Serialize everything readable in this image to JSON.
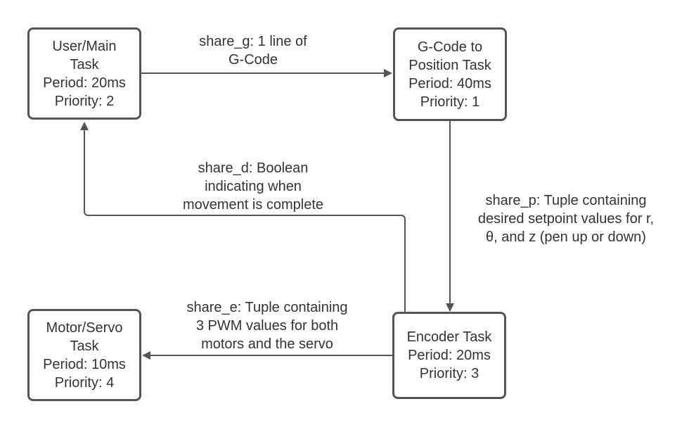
{
  "boxes": {
    "user_main": [
      "User/Main",
      "Task",
      "Period: 20ms",
      "Priority: 2"
    ],
    "gcode": [
      "G-Code to",
      "Position Task",
      "Period: 40ms",
      "Priority: 1"
    ],
    "encoder": [
      "Encoder Task",
      "Period: 20ms",
      "Priority: 3"
    ],
    "motor_servo": [
      "Motor/Servo",
      "Task",
      "Period: 10ms",
      "Priority: 4"
    ]
  },
  "edges": {
    "share_g": [
      "share_g: 1 line of",
      "G-Code"
    ],
    "share_d": [
      "share_d: Boolean",
      "indicating when",
      "movement is complete"
    ],
    "share_p": [
      "share_p: Tuple containing",
      "desired setpoint values for r,",
      "θ, and z (pen up or down)"
    ],
    "share_e": [
      "share_e: Tuple containing",
      "3 PWM values for both",
      "motors and the servo"
    ]
  },
  "colors": {
    "stroke": "#555555",
    "text": "#333333"
  }
}
